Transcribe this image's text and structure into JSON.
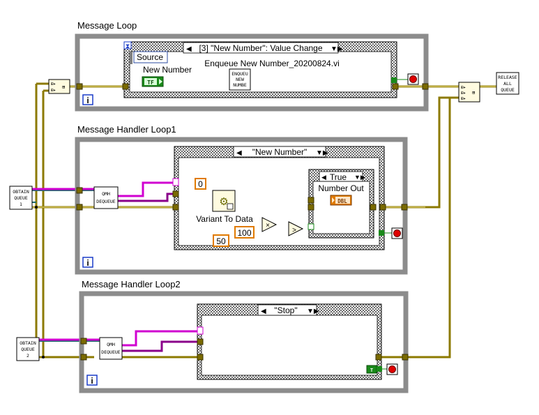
{
  "loops": {
    "message_loop": {
      "label": "Message Loop"
    },
    "handler1": {
      "label": "Message Handler Loop1"
    },
    "handler2": {
      "label": "Message Handler Loop2"
    }
  },
  "event_structure": {
    "selector": "[3] \"New Number\": Value Change",
    "event_data": "Source",
    "control_label": "New Number",
    "control_terminal": "TF",
    "subvi_label": "Enqueue New Number_20200824.vi",
    "subvi_text": [
      "ENQUEU",
      "NEW",
      "NUMBE"
    ]
  },
  "case1": {
    "selector": "\"New Number\"",
    "variant_to_data": "Variant To Data",
    "const_zero": "0",
    "const_100": "100",
    "const_50": "50",
    "inner_case_selector": "True",
    "indicator_label": "Number Out",
    "indicator_type": "DBL",
    "multiply_symbol": "×",
    "greater_symbol": ">"
  },
  "case2": {
    "selector": "\"Stop\""
  },
  "nodes": {
    "obtain_queue_1": [
      "OBTAIN",
      "QUEUE",
      "1"
    ],
    "obtain_queue_2": [
      "OBTAIN",
      "QUEUE",
      "2"
    ],
    "qmh_dequeue": [
      "QMH",
      "DEQUEUE"
    ],
    "release_all_queue": [
      "RELEASE",
      "ALL",
      "QUEUE"
    ]
  },
  "iteration_symbol": "i",
  "colors": {
    "frame": "#8c8c8c",
    "error_wire": "#8c7a00",
    "cluster_wire": "#d000d0",
    "numeric_wire": "#e07a00",
    "boolean": "#1a8a1a",
    "stop_red": "#e00000"
  }
}
